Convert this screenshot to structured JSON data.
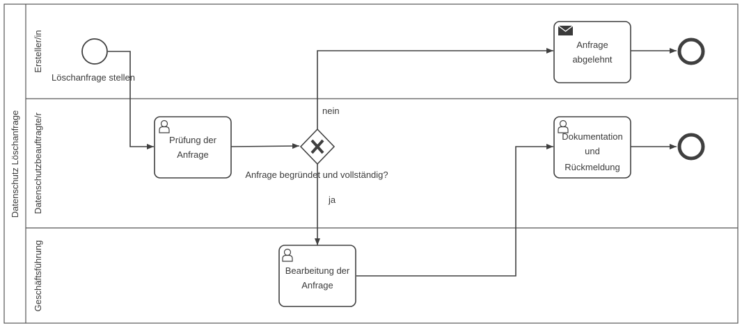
{
  "pool": {
    "label": "Datenschutz Löschanfrage"
  },
  "lanes": [
    {
      "id": "erstellerin",
      "label": "Ersteller/in"
    },
    {
      "id": "dsb",
      "label": "Datenschutzbeauftragte/r"
    },
    {
      "id": "gf",
      "label": "Geschäftsführung"
    }
  ],
  "events": {
    "start_label": "Löschanfrage stellen"
  },
  "tasks": {
    "pruefung": [
      "Prüfung der",
      "Anfrage"
    ],
    "abgelehnt": [
      "Anfrage",
      "abgelehnt"
    ],
    "dokumentation": [
      "Dokumentation",
      "und",
      "Rückmeldung"
    ],
    "bearbeitung": [
      "Bearbeitung der",
      "Anfrage"
    ]
  },
  "gateway": {
    "label": "Anfrage begründet und vollständig?",
    "no_label": "nein",
    "yes_label": "ja"
  },
  "icons": {
    "user_task": "user-icon",
    "send_task": "envelope-icon",
    "gateway": "exclusive-gateway-x-icon"
  }
}
